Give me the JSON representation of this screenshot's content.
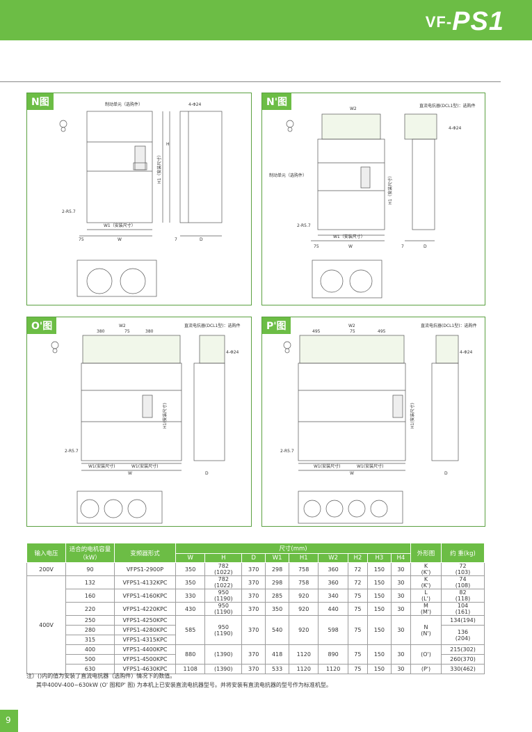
{
  "header": {
    "brand_prefix": "VF-",
    "brand_main": "PS1"
  },
  "panels": {
    "n": {
      "tag": "N图",
      "brake": "制动单元（选购件）",
      "phi": "4-Φ24",
      "w1": "W1（安装尺寸）",
      "w": "W",
      "h1": "H1（安装尺寸）",
      "h": "H",
      "d": "D",
      "r": "2-R5.7",
      "m75": "75",
      "m7": "7"
    },
    "np": {
      "tag": "N'图",
      "dcl": "直流电抗器(DCL1型)：选购件",
      "brake": "制动单元（选购件）",
      "phi": "4-Φ24",
      "w2": "W2",
      "w1": "W1（安装尺寸）",
      "w": "W",
      "h1": "H1（安装尺寸）",
      "d": "D",
      "r": "2-R5.7",
      "m75": "75",
      "m7": "7"
    },
    "o": {
      "tag": "O'图",
      "dcl": "直流电抗器(DCL1型)：选购件",
      "phi": "4-Φ24",
      "w2": "W2",
      "a": "380",
      "b": "75",
      "c": "380",
      "w1a": "W1(安装尺寸)",
      "w1b": "W1(安装尺寸)",
      "w": "W",
      "h1": "H1(安装尺寸)",
      "d": "D",
      "r": "2-R5.7"
    },
    "pp": {
      "tag": "P'图",
      "dcl": "直流电抗器(DCL1型)：选购件",
      "phi": "4-Φ24",
      "w2": "W2",
      "a": "495",
      "b": "75",
      "c": "495",
      "w1a": "W1(安装尺寸)",
      "w1b": "W1(安装尺寸)",
      "w": "W",
      "h1": "H1(安装尺寸)",
      "d": "D",
      "r": "2-R5.7"
    }
  },
  "table": {
    "h_voltage": "输入电压",
    "h_motor": "适合的电机容量",
    "h_motor_unit": "（kW）",
    "h_model": "变频器形式",
    "h_dim": "尺寸(mm)",
    "h_fig": "外形图",
    "h_weight": "约 重(kg)",
    "sub": [
      "W",
      "H",
      "D",
      "W1",
      "H1",
      "W2",
      "H2",
      "H3",
      "H4"
    ],
    "v200": "200V",
    "v400": "400V",
    "r0": {
      "kw": "90",
      "model": "VFPS1-2900P",
      "w": "350",
      "h1": "782",
      "h2": "(1022)",
      "d": "370",
      "w1": "298",
      "hh1": "758",
      "w2": "360",
      "hh2": "72",
      "h3": "150",
      "h4": "30",
      "f1": "K",
      "f2": "(K')",
      "wt1": "72",
      "wt2": "(103)"
    },
    "r1": {
      "kw": "132",
      "model": "VFPS1-4132KPC",
      "w": "350",
      "h1": "782",
      "h2": "(1022)",
      "d": "370",
      "w1": "298",
      "hh1": "758",
      "w2": "360",
      "hh2": "72",
      "h3": "150",
      "h4": "30",
      "f1": "K",
      "f2": "(K')",
      "wt1": "74",
      "wt2": "(108)"
    },
    "r2": {
      "kw": "160",
      "model": "VFPS1-4160KPC",
      "w": "330",
      "h1": "950",
      "h2": "(1190)",
      "d": "370",
      "w1": "285",
      "hh1": "920",
      "w2": "340",
      "hh2": "75",
      "h3": "150",
      "h4": "30",
      "f1": "L",
      "f2": "(L')",
      "wt1": "82",
      "wt2": "(118)"
    },
    "r3": {
      "kw": "220",
      "model": "VFPS1-4220KPC",
      "w": "430",
      "h1": "950",
      "h2": "(1190)",
      "d": "370",
      "w1": "350",
      "hh1": "920",
      "w2": "440",
      "hh2": "75",
      "h3": "150",
      "h4": "30",
      "f1": "M",
      "f2": "(M')",
      "wt1": "104",
      "wt2": "(161)"
    },
    "gN": {
      "kw": [
        "250",
        "280",
        "315"
      ],
      "model": [
        "VFPS1-4250KPC",
        "VFPS1-4280KPC",
        "VFPS1-4315KPC"
      ],
      "w": "585",
      "h1": "950",
      "h2": "(1190)",
      "d": "370",
      "w1": "540",
      "hh1": "920",
      "w2": "598",
      "hh2": "75",
      "h3": "150",
      "h4": "30",
      "f1": "N",
      "f2": "(N')",
      "wt": [
        "134(194)",
        "136",
        "(204)"
      ]
    },
    "gO": {
      "kw": [
        "400",
        "500"
      ],
      "model": [
        "VFPS1-4400KPC",
        "VFPS1-4500KPC"
      ],
      "w": "880",
      "h": "(1390)",
      "d": "370",
      "w1": "418",
      "hh1": "1120",
      "w2": "890",
      "hh2": "75",
      "h3": "150",
      "h4": "30",
      "f": "(O')",
      "wt": [
        "215(302)",
        "260(370)"
      ]
    },
    "rP": {
      "kw": "630",
      "model": "VFPS1-4630KPC",
      "w": "1108",
      "h": "(1390)",
      "d": "370",
      "w1": "533",
      "hh1": "1120",
      "w2": "1120",
      "hh2": "75",
      "h3": "150",
      "h4": "30",
      "f": "(P')",
      "wt": "330(462)"
    }
  },
  "notes": {
    "n1": "注）()内的值为安装了直流电抗器（选购件）情况下的数值。",
    "n2": "其中400V-400~630kW (O' 图和P' 图) 为本机上已安装直流电抗器型号。并将安装有直流电抗器的型号作为标准机型。"
  },
  "page_number": "9"
}
